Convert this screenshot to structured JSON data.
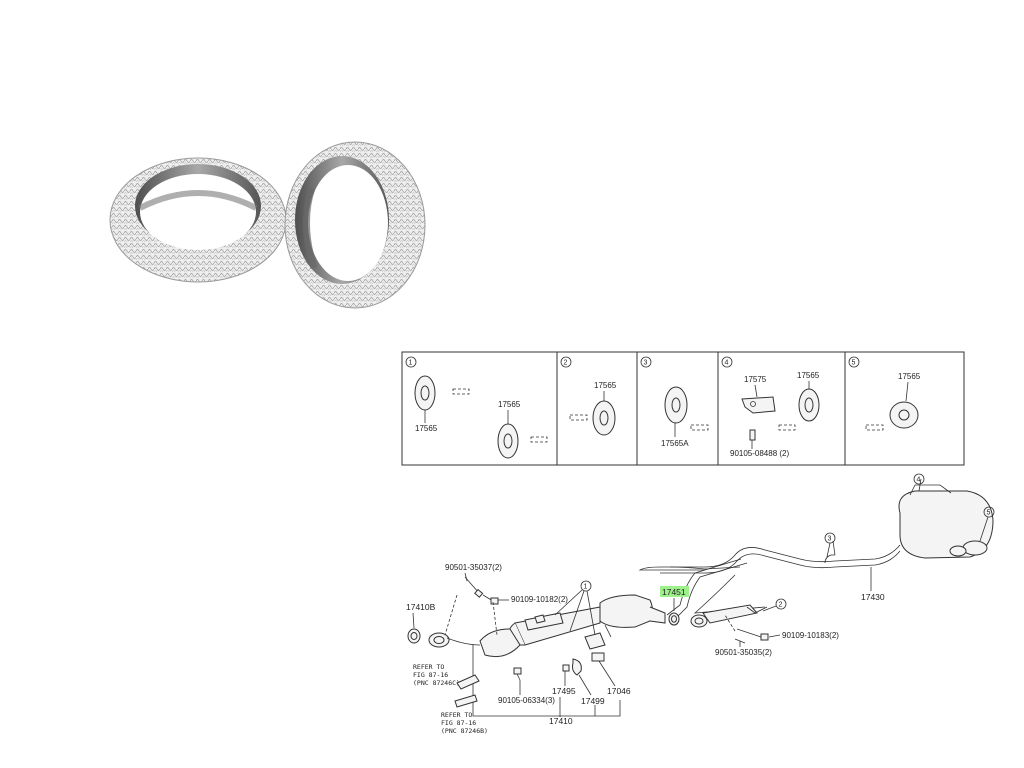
{
  "colors": {
    "highlight": "#9ef08a",
    "line": "#333333",
    "gasket_mesh": "#d8d8d8",
    "gasket_steel": "#6e6e6e"
  },
  "insets": [
    {
      "num": "1",
      "labels": [
        "17565",
        "17565"
      ]
    },
    {
      "num": "2",
      "labels": [
        "17565"
      ]
    },
    {
      "num": "3",
      "labels": [
        "17565A"
      ]
    },
    {
      "num": "4",
      "labels": [
        "17575",
        "17565",
        "90105-08488 (2)"
      ]
    },
    {
      "num": "5",
      "labels": [
        "17565"
      ]
    }
  ],
  "main": {
    "part_numbers": {
      "p17410b": "17410B",
      "p90501_35037": "90501-35037(2)",
      "p90109_10182": "90109-10182(2)",
      "p17451": "17451",
      "p17430": "17430",
      "p90109_10183": "90109-10183(2)",
      "p90501_35035": "90501-35035(2)",
      "p90105_06334": "90105-06334(3)",
      "p17495": "17495",
      "p17499": "17499",
      "p17046": "17046",
      "p17410": "17410"
    },
    "callouts": [
      "1",
      "2",
      "3",
      "4",
      "5"
    ],
    "refer_notes": [
      {
        "line1": "REFER TO",
        "line2": "FIG 87-16",
        "line3": "(PNC 87246C)"
      },
      {
        "line1": "REFER TO",
        "line2": "FIG 87-16",
        "line3": "(PNC 87246B)"
      }
    ]
  }
}
